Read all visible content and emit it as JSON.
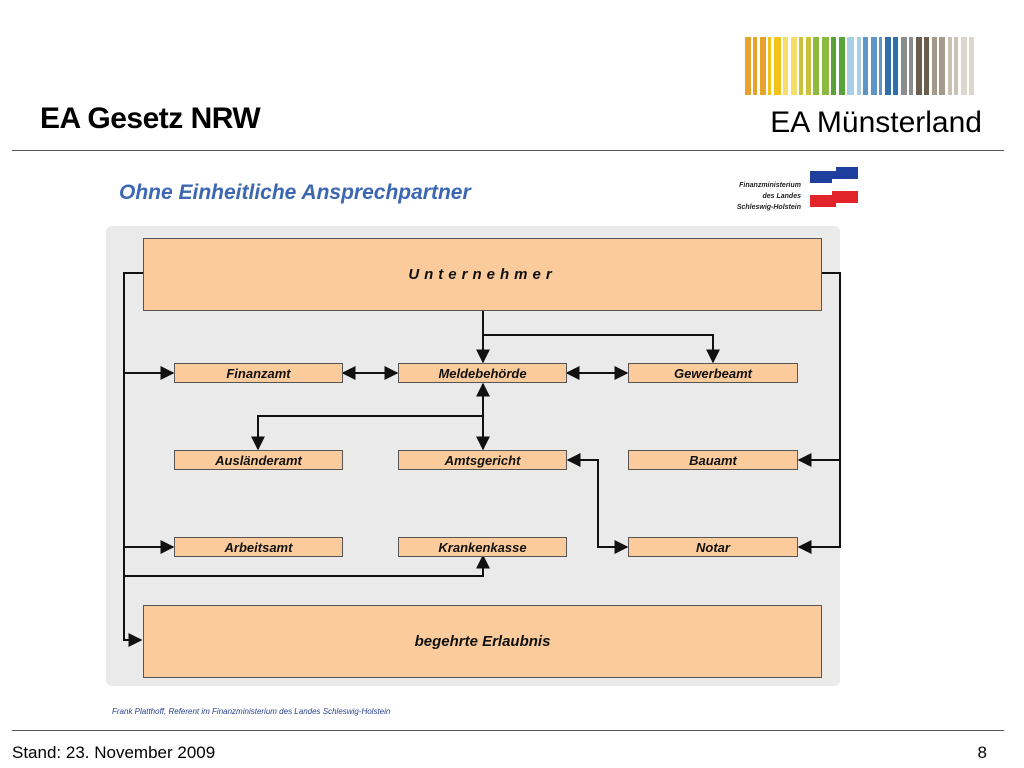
{
  "slide": {
    "title": "EA Gesetz NRW",
    "brand": "EA Münsterland",
    "footer_date": "Stand: 23. November 2009",
    "page_number": "8"
  },
  "diagram": {
    "title": "Ohne Einheitliche Ansprechpartner",
    "ministry_lines": [
      "Finanzministerium",
      "des Landes",
      "Schleswig-Holstein"
    ],
    "credit": "Frank Platthoff, Referent im Finanzministerium des Landes Schleswig-Holstein",
    "nodes": {
      "unternehmer": "Unternehmer",
      "finanzamt": "Finanzamt",
      "meldebehoerde": "Meldebehörde",
      "gewerbeamt": "Gewerbeamt",
      "auslaenderamt": "Ausländeramt",
      "amtsgericht": "Amtsgericht",
      "bauamt": "Bauamt",
      "arbeitsamt": "Arbeitsamt",
      "krankenkasse": "Krankenkasse",
      "notar": "Notar",
      "erlaubnis": "begehrte Erlaubnis"
    }
  },
  "colors": {
    "box_fill": "#fccb9b",
    "panel": "#eaeaea",
    "title_blue": "#3c67b2",
    "flag_blue": "#1f3f9e",
    "flag_red": "#e2232a",
    "stripes": [
      "#e8a12a",
      "#f0c419",
      "#f7dd6a",
      "#c9c23a",
      "#8cba3f",
      "#5aa33a",
      "#a8cfe8",
      "#5d95c8",
      "#2f6fad",
      "#8c8c8c",
      "#6b5d4f",
      "#a39a8c",
      "#c9c1b3",
      "#dcd6cc"
    ]
  }
}
